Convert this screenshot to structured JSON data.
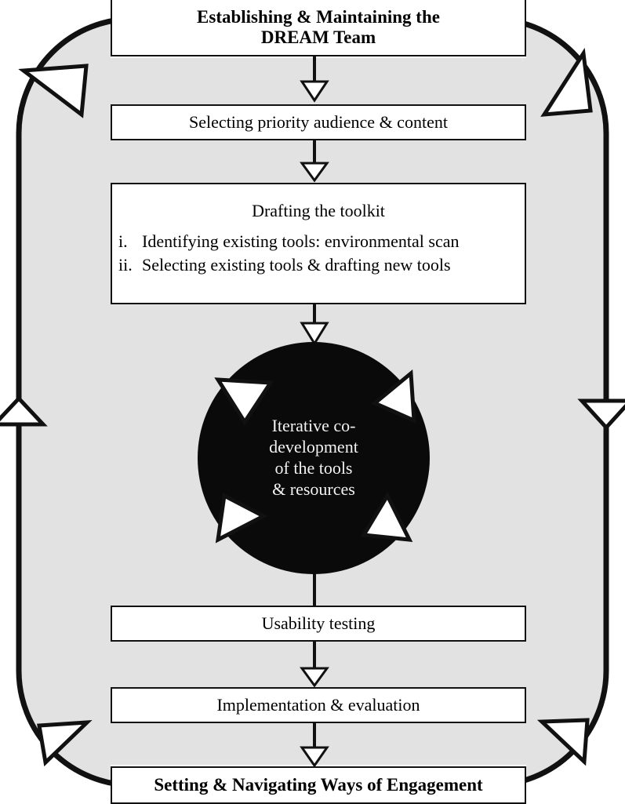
{
  "diagram": {
    "title_node": {
      "name": "establishing-maintaining-dream-team",
      "lines": [
        "Establishing & Maintaining the",
        "DREAM Team"
      ],
      "bold": true
    },
    "nodes": [
      {
        "name": "selecting-priority-audience-content",
        "lines": [
          "Selecting priority audience & content"
        ],
        "bold": false
      },
      {
        "name": "drafting-the-toolkit",
        "heading": "Drafting the toolkit",
        "list": [
          {
            "marker": "i.",
            "text": "Identifying existing tools: environmental scan"
          },
          {
            "marker": "ii.",
            "text": "Selecting existing tools & drafting new tools"
          }
        ]
      },
      {
        "name": "usability-testing",
        "lines": [
          "Usability testing"
        ],
        "bold": false
      },
      {
        "name": "implementation-evaluation",
        "lines": [
          "Implementation & evaluation"
        ],
        "bold": false
      }
    ],
    "circle": {
      "name": "iterative-co-development-circle",
      "lines": [
        "Iterative co-",
        "development",
        "of the tools",
        "& resources"
      ],
      "fill_color": "#0a0a0a",
      "text_color": "#f2f2f2",
      "arrow_color": "#ffffff",
      "arrow_count": 4,
      "arrow_positions": [
        "north-west",
        "north-east",
        "south-west",
        "south-east"
      ]
    },
    "footer_node": {
      "name": "setting-navigating-ways-of-engagement",
      "lines": [
        "Setting & Navigating Ways of Engagement"
      ],
      "bold": true
    },
    "flow_arrows": {
      "count": 6,
      "direction": "downward",
      "style": "hollow-triangle-head",
      "color": "#111111"
    },
    "outer_loop": {
      "name": "feedback-loop",
      "shape": "rounded-rectangle-track",
      "fill_color": "#e2e2e2",
      "stroke_color": "#111111",
      "arrowheads": [
        {
          "position": "top-left",
          "points": "up-right"
        },
        {
          "position": "top-right",
          "points": "up-left"
        },
        {
          "position": "mid-left",
          "points": "up"
        },
        {
          "position": "mid-right",
          "points": "down"
        },
        {
          "position": "bottom-left",
          "points": "up-left"
        },
        {
          "position": "bottom-right",
          "points": "down-right"
        }
      ]
    }
  }
}
